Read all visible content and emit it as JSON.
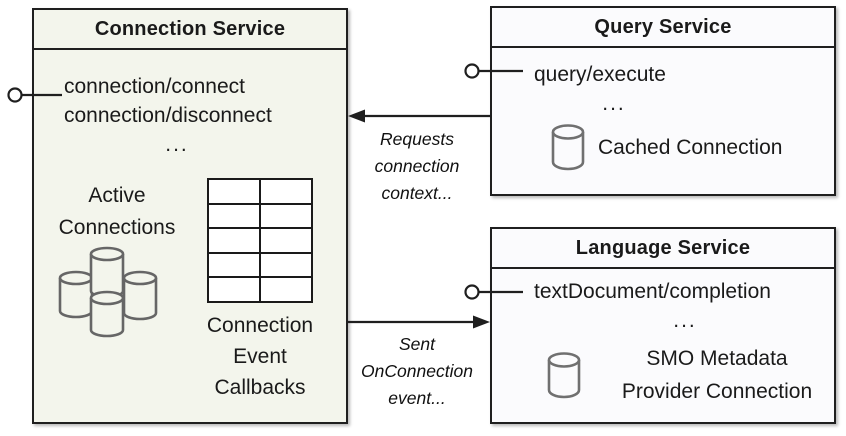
{
  "connection_service": {
    "title": "Connection Service",
    "method_1": "connection/connect",
    "method_2": "connection/disconnect",
    "ellipsis": "...",
    "active_line_1": "Active",
    "active_line_2": "Connections",
    "callbacks_line_1": "Connection",
    "callbacks_line_2": "Event",
    "callbacks_line_3": "Callbacks"
  },
  "query_service": {
    "title": "Query Service",
    "method_1": "query/execute",
    "ellipsis": "...",
    "cached_label": "Cached Connection"
  },
  "language_service": {
    "title": "Language Service",
    "method_1": "textDocument/completion",
    "ellipsis": "...",
    "smo_line_1": "SMO Metadata",
    "smo_line_2": "Provider Connection"
  },
  "arrows": {
    "requests_line_1": "Requests",
    "requests_line_2": "connection",
    "requests_line_3": "context...",
    "sent_line_1": "Sent",
    "sent_line_2": "OnConnection",
    "sent_line_3": "event..."
  },
  "icons": {
    "lollipop": "lollipop-interface-icon",
    "database": "database-cylinder-icon",
    "database_cluster": "database-cluster-icon",
    "table": "table-grid-icon"
  },
  "colors": {
    "connection_box_fill": "#f3f5ec",
    "service_box_fill": "#fbfbfd",
    "border": "#1f1f1f",
    "cylinder_stroke": "#666666",
    "background": "#ffffff"
  }
}
